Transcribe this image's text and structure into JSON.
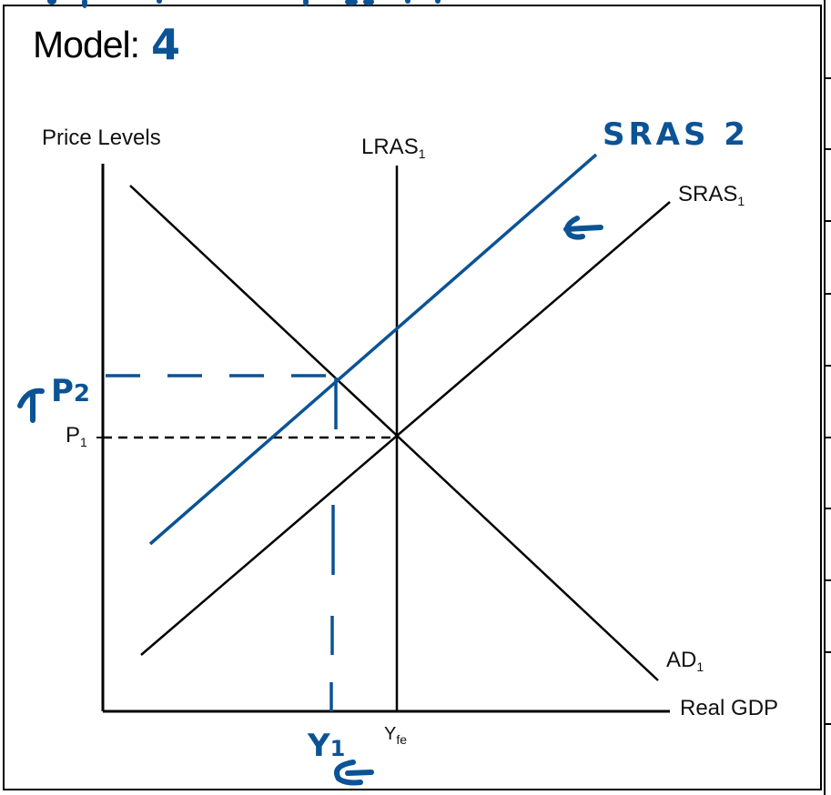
{
  "header": {
    "model_label": "Model:",
    "model_value": "4"
  },
  "axes": {
    "y_label": "Price Levels",
    "x_label": "Real GDP"
  },
  "curves": {
    "lras": {
      "name": "LRAS",
      "sub": "1"
    },
    "sras1": {
      "name": "SRAS",
      "sub": "1"
    },
    "sras2": {
      "name": "SRAS 2",
      "handwritten": true
    },
    "ad": {
      "name": "AD",
      "sub": "1"
    }
  },
  "levels": {
    "p1": {
      "name": "P",
      "sub": "1"
    },
    "p2": {
      "name": "↑P2",
      "handwritten": true
    },
    "yfe": {
      "name": "Y",
      "sub": "fe"
    },
    "y1": {
      "name": "Y1",
      "handwritten": true
    }
  },
  "annotations": {
    "sras_shift_arrow": "←",
    "y_shift_arrow": "←"
  },
  "colors": {
    "ink": "#000000",
    "handwriting": "#0b5394"
  },
  "chart_data": {
    "type": "diagram",
    "title": "Model: 4",
    "xlabel": "Real GDP",
    "ylabel": "Price Levels",
    "lines": [
      {
        "name": "LRAS1",
        "type": "vertical",
        "x": "Yfe"
      },
      {
        "name": "AD1",
        "slope": "negative"
      },
      {
        "name": "SRAS1",
        "slope": "positive",
        "passes_through": [
          "Yfe",
          "P1"
        ]
      },
      {
        "name": "SRAS2",
        "slope": "positive",
        "shift": "left",
        "passes_through": [
          "Y1",
          "P2"
        ]
      }
    ],
    "equilibria": [
      {
        "name": "initial",
        "x": "Yfe",
        "y": "P1"
      },
      {
        "name": "new",
        "x": "Y1",
        "y": "P2"
      }
    ],
    "annotations": [
      "SRAS shifts left (←)",
      "Price level rises (↑P2)",
      "Output falls to Y1 (←)"
    ]
  }
}
